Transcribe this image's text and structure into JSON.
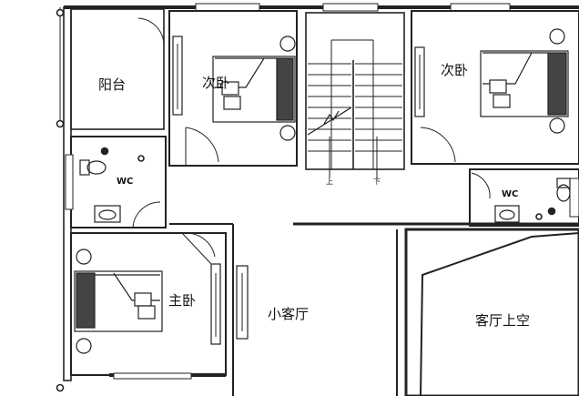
{
  "rooms": {
    "balcony": "阳台",
    "bedroom_left": "次卧",
    "bedroom_right": "次卧",
    "master_bedroom": "主卧",
    "small_living": "小客厅",
    "living_void": "客厅上空"
  },
  "fixtures": {
    "wc_left": "WC",
    "wc_right": "WC"
  },
  "stairs": {
    "up_mark": "上",
    "down_mark": "下"
  }
}
